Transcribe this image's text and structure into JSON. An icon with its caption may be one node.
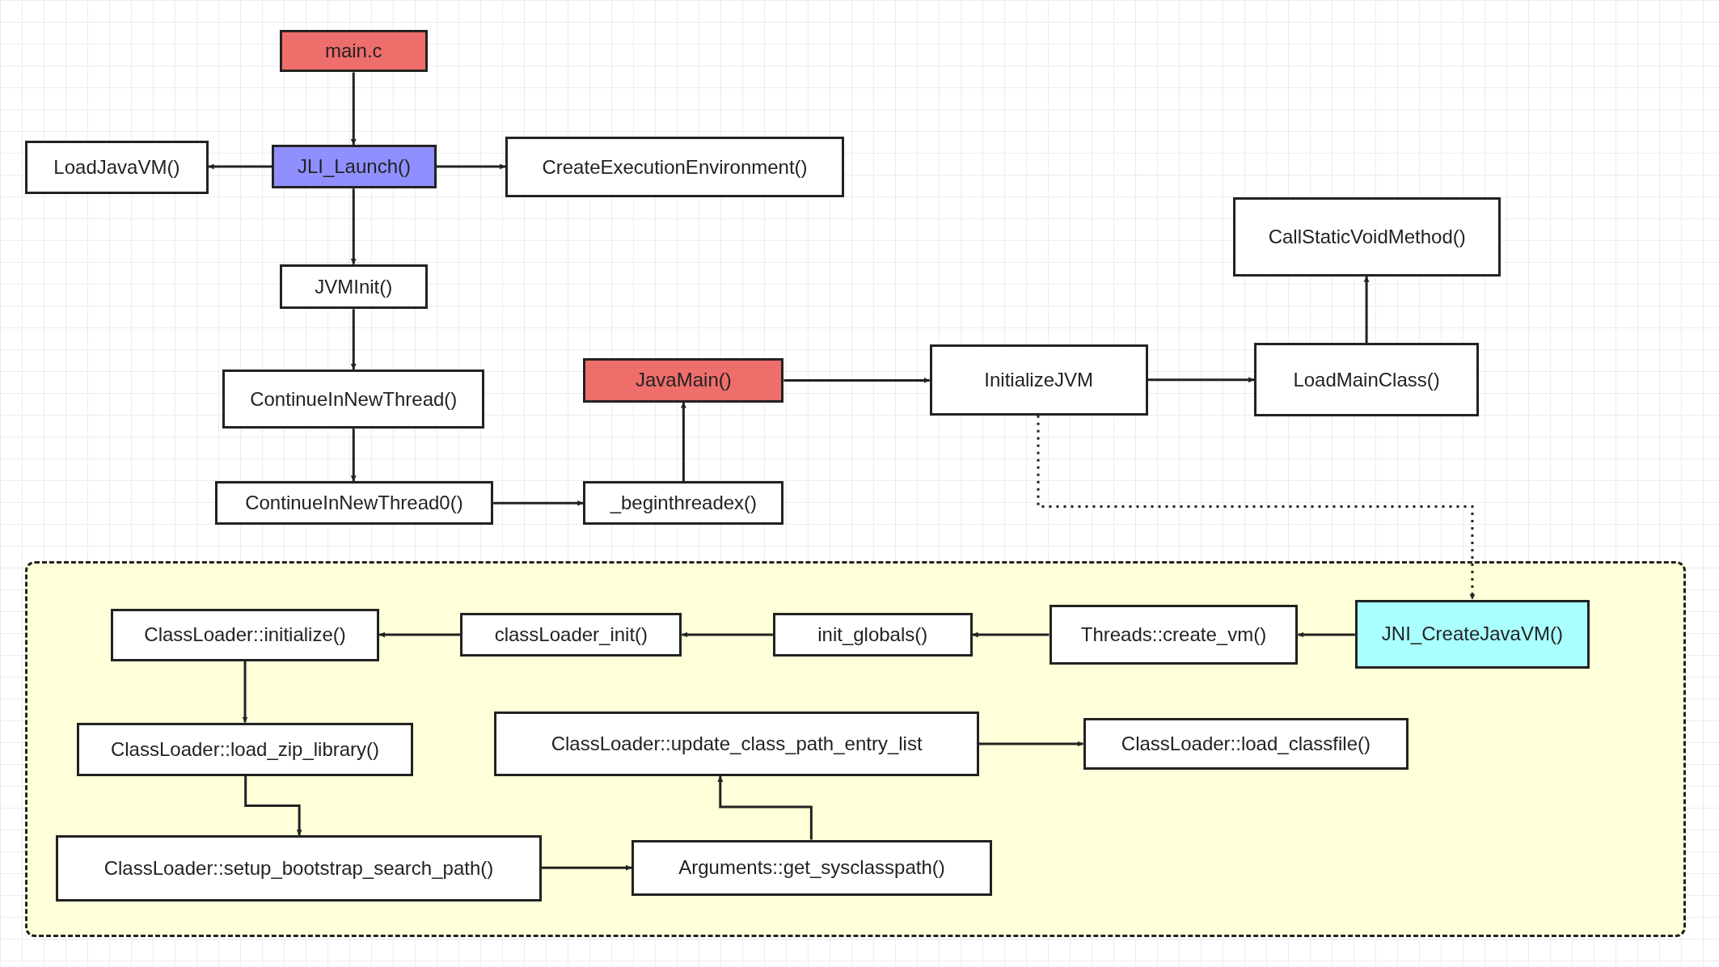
{
  "diagram": {
    "nodes": [
      {
        "text": [
          "main.c"
        ]
      },
      {
        "text": [
          "JLI_Launch()"
        ]
      },
      {
        "text": [
          "LoadJavaVM()"
        ]
      },
      {
        "text": [
          "CreateExecutionEnvironment()"
        ]
      },
      {
        "text": [
          "JVMInit()"
        ]
      },
      {
        "text": [
          "ContinueInNewThread()"
        ]
      },
      {
        "text": [
          "ContinueInNewThread0()"
        ]
      },
      {
        "text": [
          "_beginthreadex()"
        ]
      },
      {
        "text": [
          "JavaMain()"
        ]
      },
      {
        "text": [
          "InitializeJVM"
        ]
      },
      {
        "text": [
          "LoadMainClass()"
        ]
      },
      {
        "text": [
          "CallStaticVoidMethod()"
        ]
      },
      {
        "text": [],
        "shape": "box"
      },
      {
        "text": [
          "JNI_CreateJavaVM()"
        ],
        "in": 12
      },
      {
        "text": [
          "Threads::create_vm()"
        ],
        "in": 12
      },
      {
        "text": [
          "init_globals()"
        ],
        "in": 12
      },
      {
        "text": [
          "classLoader_init()"
        ],
        "in": 12
      },
      {
        "text": [
          "ClassLoader::initialize()"
        ],
        "in": 12
      },
      {
        "text": [
          "ClassLoader::load_zip_library()"
        ],
        "in": 12
      },
      {
        "text": [
          "ClassLoader::setup_bootstrap_search_path()"
        ],
        "in": 12
      },
      {
        "text": [
          "Arguments::get_sysclasspath()"
        ],
        "in": 12
      },
      {
        "text": [
          "ClassLoader::update_class_path_entry_list"
        ],
        "in": 12
      },
      {
        "text": [
          "ClassLoader::load_classfile()"
        ],
        "in": 12
      }
    ],
    "edges": [
      {
        "from": 0,
        "to": 1,
        "arrow": "to"
      },
      {
        "from": 1,
        "to": 2,
        "arrow": "to"
      },
      {
        "from": 1,
        "to": 3,
        "arrow": "to"
      },
      {
        "from": 1,
        "to": 4,
        "arrow": "to"
      },
      {
        "from": 4,
        "to": 5,
        "arrow": "to"
      },
      {
        "from": 5,
        "to": 6,
        "arrow": "to"
      },
      {
        "from": 6,
        "to": 7,
        "arrow": "to"
      },
      {
        "from": 7,
        "to": 8,
        "arrow": "to"
      },
      {
        "from": 8,
        "to": 9,
        "arrow": "to"
      },
      {
        "from": 9,
        "to": 10,
        "arrow": "to"
      },
      {
        "from": 10,
        "to": 11,
        "arrow": "to"
      },
      {
        "from": 9,
        "to": 13,
        "arrow": "to",
        "style": "dashed"
      },
      {
        "from": 13,
        "to": 14,
        "arrow": "to"
      },
      {
        "from": 14,
        "to": 15,
        "arrow": "to"
      },
      {
        "from": 15,
        "to": 16,
        "arrow": "to"
      },
      {
        "from": 16,
        "to": 17,
        "arrow": "to"
      },
      {
        "from": 17,
        "to": 18,
        "arrow": "to"
      },
      {
        "from": 18,
        "to": 19,
        "arrow": "to"
      },
      {
        "from": 19,
        "to": 20,
        "arrow": "to"
      },
      {
        "from": 20,
        "to": 21,
        "arrow": "to"
      },
      {
        "from": 21,
        "to": 22,
        "arrow": "to"
      }
    ]
  }
}
